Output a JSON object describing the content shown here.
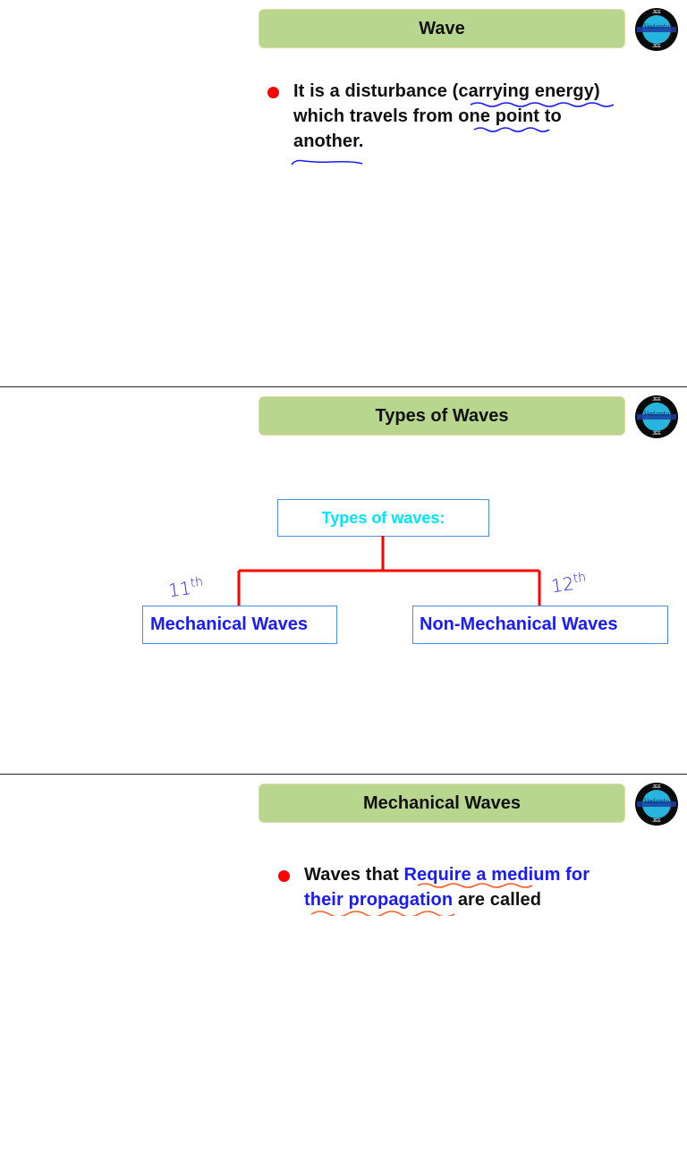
{
  "logo": {
    "brand": "Vedantu",
    "top": "JEE",
    "bottom": "JEE"
  },
  "slides": [
    {
      "title": "Wave",
      "bullet": {
        "line1_a": "It is a disturbance ",
        "line1_b": "(carrying energy)",
        "line2_a": "which travels from ",
        "line2_b": "one point to",
        "line3": "another."
      }
    },
    {
      "title": "Types of Waves",
      "root": "Types of waves:",
      "left": "Mechanical Waves",
      "right": "Non-Mechanical Waves",
      "left_note": {
        "num": "11",
        "sup": "th"
      },
      "right_note": {
        "num": "12",
        "sup": "th"
      }
    },
    {
      "title": "Mechanical Waves",
      "bullet": {
        "line1_a": "Waves that ",
        "line1_b": "Require a medium for",
        "line2_a": "their propagation",
        "line2_b": " are called"
      }
    }
  ],
  "colors": {
    "header_bg": "#b8d68e",
    "bullet": "#ff0000",
    "connector": "#ff0000",
    "highlight_text": "#1a1aff",
    "root_text": "#00e5ff",
    "ink_blue": "#1a1aff",
    "ink_orange": "#ff5a1f"
  }
}
